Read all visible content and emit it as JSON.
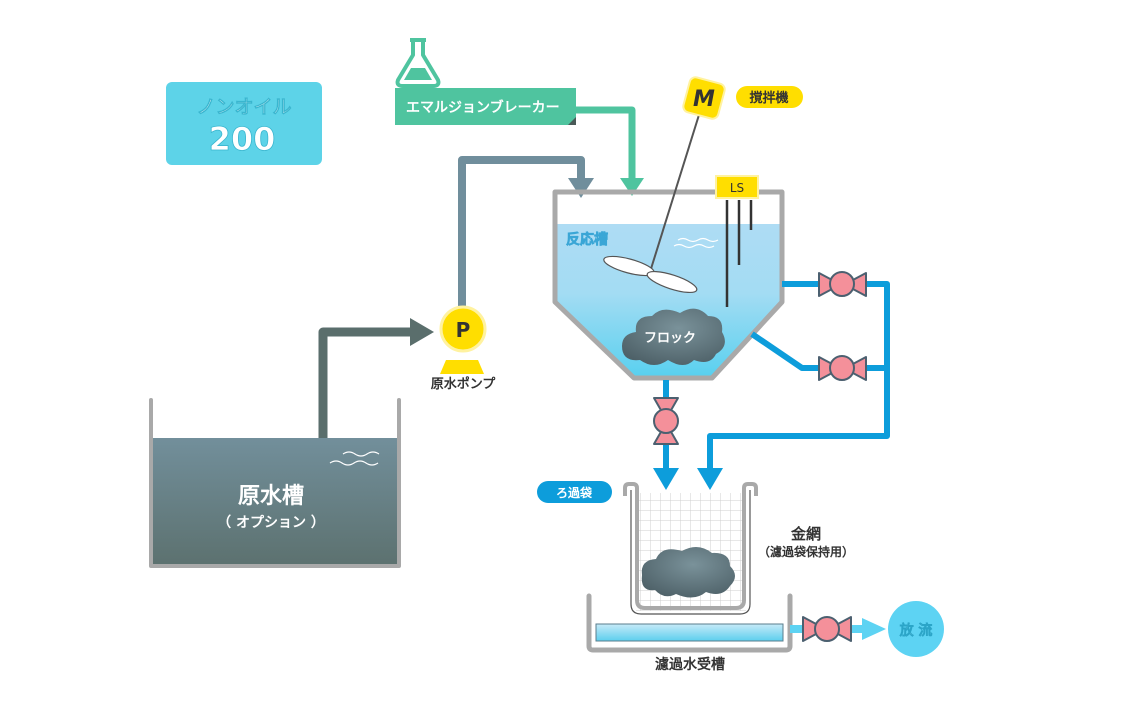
{
  "product_badge": {
    "line1": "ノンオイル",
    "line2": "200"
  },
  "chemical": {
    "label": "エマルジョンブレーカー",
    "icon": "flask-icon"
  },
  "mixer": {
    "motor_label": "M",
    "tag": "撹拌機"
  },
  "reaction_tank": {
    "label": "反応槽",
    "floc_label": "フロック",
    "level_switch": "LS"
  },
  "pump": {
    "symbol": "P",
    "label": "原水ポンプ"
  },
  "raw_tank": {
    "label": "原水槽",
    "sublabel": "（ オプション ）"
  },
  "filter_bag": {
    "tag": "ろ過袋"
  },
  "wire_mesh": {
    "label": "金網",
    "sublabel": "（濾過袋保持用）"
  },
  "receiver_tank": {
    "label": "濾過水受槽"
  },
  "discharge": {
    "label": "放 流"
  },
  "colors": {
    "badge": "#5dd3e8",
    "chemical": "#4fc49f",
    "pump_line": "#708e9c",
    "raw_line": "#5a6e6c",
    "water_line": "#0d9ddb",
    "valve": "#f4909a",
    "yellow": "#ffde00",
    "tank_frame": "#a9a9a9",
    "floc": "#5b7078"
  }
}
